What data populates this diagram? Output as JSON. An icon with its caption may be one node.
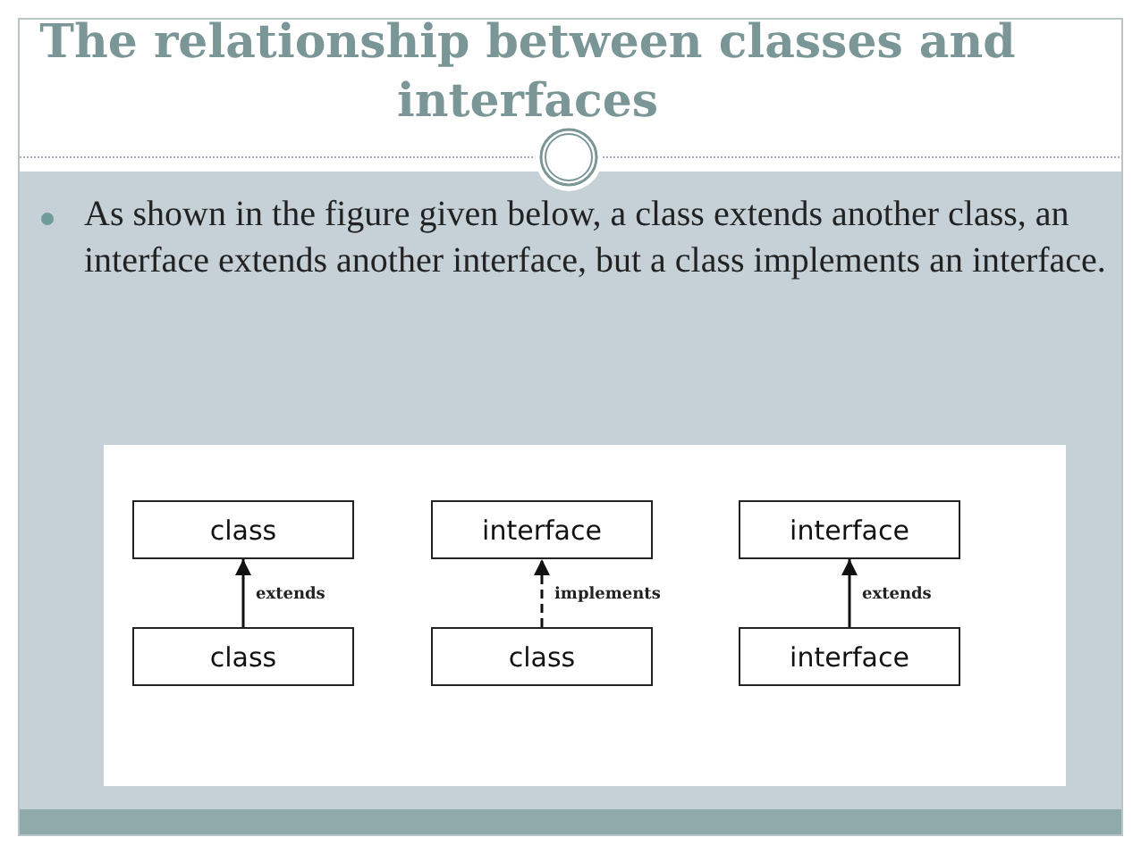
{
  "diagram": {
    "title": "The relationship between classes and interfaces",
    "nodes": [
      {
        "text": [
          "class"
        ]
      },
      {
        "text": [
          "interface"
        ]
      },
      {
        "text": [
          "interface"
        ]
      },
      {
        "text": [
          "class"
        ]
      },
      {
        "text": [
          "class"
        ]
      },
      {
        "text": [
          "interface"
        ]
      }
    ],
    "edges": [
      {
        "from": 3,
        "to": 0,
        "arrow": "to",
        "label": "extends"
      },
      {
        "from": 4,
        "to": 1,
        "arrow": "to",
        "label": "implements",
        "style": "dashed"
      },
      {
        "from": 5,
        "to": 2,
        "arrow": "to",
        "label": "extends"
      }
    ],
    "labels": [
      "As shown in the figure given below, a class extends another class, an interface extends another interface, but a class implements an interface."
    ]
  }
}
